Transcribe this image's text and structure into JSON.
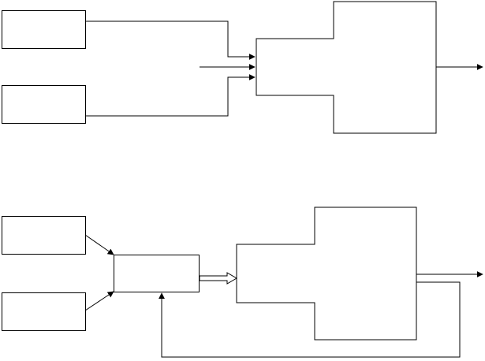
{
  "colors": {
    "stroke": "#000000",
    "background": "#ffffff"
  },
  "diagrams": [
    {
      "id": "upper",
      "input_boxes": 2,
      "arrows_into_block": 3,
      "output_arrows": 1
    },
    {
      "id": "lower",
      "input_boxes": 2,
      "intermediate_boxes": 1,
      "hollow_arrows": 1,
      "output_arrows": 1,
      "feedback_lines": 1
    }
  ]
}
